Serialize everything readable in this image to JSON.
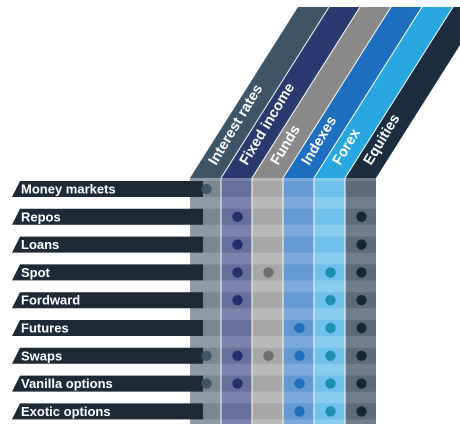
{
  "rows": [
    {
      "label": "Money markets",
      "marks": [
        1,
        0,
        0,
        0,
        0,
        0
      ]
    },
    {
      "label": "Repos",
      "marks": [
        0,
        1,
        0,
        0,
        0,
        1
      ]
    },
    {
      "label": "Loans",
      "marks": [
        0,
        1,
        0,
        0,
        0,
        1
      ]
    },
    {
      "label": "Spot",
      "marks": [
        0,
        1,
        1,
        0,
        1,
        1
      ]
    },
    {
      "label": "Fordward",
      "marks": [
        0,
        1,
        0,
        0,
        1,
        1
      ]
    },
    {
      "label": "Futures",
      "marks": [
        0,
        0,
        0,
        1,
        1,
        1
      ]
    },
    {
      "label": "Swaps",
      "marks": [
        1,
        1,
        1,
        1,
        1,
        1
      ]
    },
    {
      "label": "Vanilla options",
      "marks": [
        1,
        1,
        0,
        1,
        1,
        1
      ]
    },
    {
      "label": "Exotic options",
      "marks": [
        0,
        0,
        0,
        1,
        1,
        1
      ]
    }
  ],
  "columns": [
    {
      "label": "Interest rates",
      "header_color": "#3d5567",
      "body_color": "#8e9aa5",
      "band_color": "#7a8793",
      "dot_color": "#3e5566"
    },
    {
      "label": "Fixed income",
      "header_color": "#2a3a6e",
      "body_color": "#7b82ab",
      "band_color": "#666e9c",
      "dot_color": "#24306a"
    },
    {
      "label": "Funds",
      "header_color": "#8a8a8a",
      "body_color": "#b9b9b9",
      "band_color": "#a7a7a7",
      "dot_color": "#6f6f6f"
    },
    {
      "label": "Indexes",
      "header_color": "#1e6fbf",
      "body_color": "#7da9dc",
      "band_color": "#6698d2",
      "dot_color": "#1f6fbd"
    },
    {
      "label": "Forex",
      "header_color": "#29a7e0",
      "body_color": "#88cdee",
      "band_color": "#6fc1e9",
      "dot_color": "#1d8fb0"
    },
    {
      "label": "Equities",
      "header_color": "#1b2d3f",
      "body_color": "#707d8b",
      "band_color": "#5d6b7a",
      "dot_color": "#15283a"
    }
  ],
  "colors": {
    "row_bar": "#1e2a36",
    "row_text": "#ffffff",
    "background": "#ffffff"
  }
}
